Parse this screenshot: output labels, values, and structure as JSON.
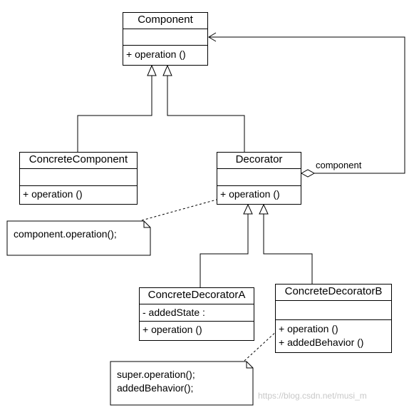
{
  "classes": {
    "component": {
      "name": "Component",
      "attributes": [],
      "operations": [
        "+ operation ()"
      ]
    },
    "concrete_component": {
      "name": "ConcreteComponent",
      "attributes": [],
      "operations": [
        "+ operation ()"
      ]
    },
    "decorator": {
      "name": "Decorator",
      "attributes": [],
      "operations": [
        "+ operation ()"
      ]
    },
    "concrete_decorator_a": {
      "name": "ConcreteDecoratorA",
      "attributes": [
        "- addedState :"
      ],
      "operations": [
        "+ operation ()"
      ]
    },
    "concrete_decorator_b": {
      "name": "ConcreteDecoratorB",
      "attributes": [],
      "operations": [
        "+ operation ()",
        "+ addedBehavior ()"
      ]
    }
  },
  "notes": {
    "decorator_note": [
      "component.operation();"
    ],
    "decorator_b_note": [
      "super.operation();",
      "addedBehavior();"
    ]
  },
  "association_label": "component",
  "watermark": "https://blog.csdn.net/musi_m"
}
